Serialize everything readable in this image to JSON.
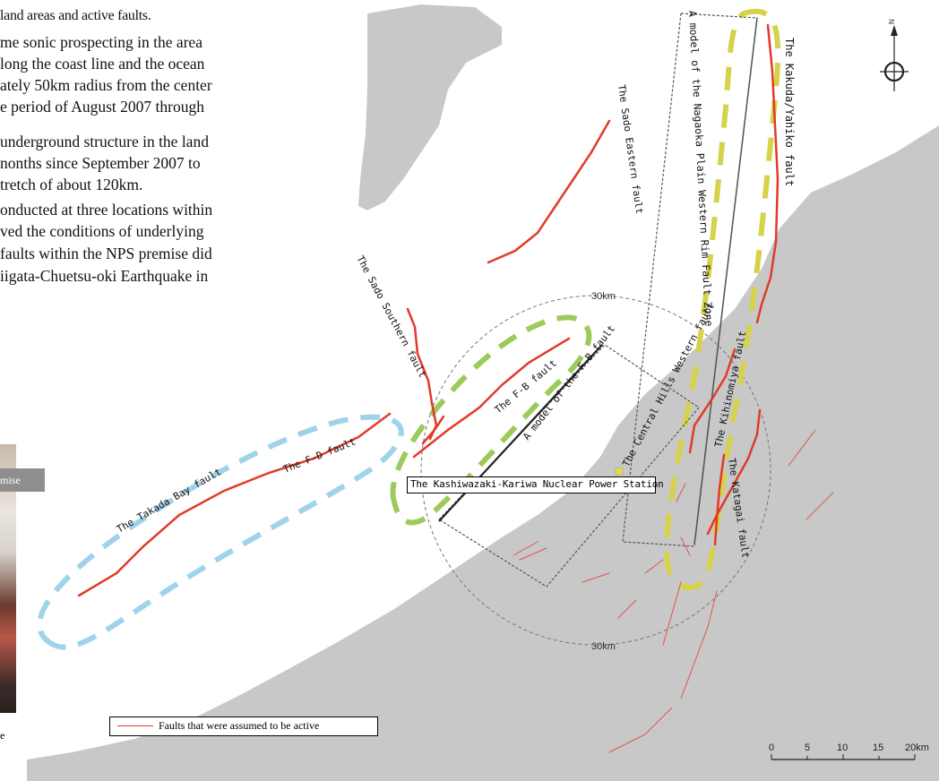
{
  "body_text": {
    "lines": [
      "land areas and active faults.",
      "me sonic prospecting in the area",
      "long the coast line and the ocean",
      "ately 50km radius from the center",
      "e period of August 2007 through",
      "underground structure in the land",
      "nonths since September 2007 to",
      "tretch of about 120km.",
      "onducted at three locations within",
      "ved the conditions of underlying",
      "faults within the NPS premise did",
      "iigata-Chuetsu-oki Earthquake in"
    ]
  },
  "photo": {
    "caption": "mise",
    "bottom_caption": "e"
  },
  "map": {
    "labels": {
      "sado_eastern": "The Sado Eastern fault",
      "sado_southern": "The Sado Southern fault",
      "fb_fault": "The F-B fault",
      "fb_model": "A model of the F-B fault",
      "fd_fault": "The F-D fault",
      "takada_bay": "The Takada Bay fault",
      "nagaoka_model": "A model of the Nagaoka Plain Western Rim Fault Zone",
      "kakuda_yahiko": "The Kakuda/Yahiko fault",
      "central_hills": "The Central Hills Western fault",
      "kihinomiya": "The Kihinomiya fault",
      "katagai": "The Katagai fault",
      "station": "The Kashiwazaki-Kariwa Nuclear Power Station",
      "radius_top": "30km",
      "radius_bottom": "30km",
      "north": "N"
    },
    "legend": {
      "active_faults": "Faults that were assumed to be active"
    },
    "scale": {
      "ticks": [
        "0",
        "5",
        "10",
        "15",
        "20km"
      ]
    },
    "colors": {
      "land": "#c8c8c8",
      "fault": "#e23a2a",
      "blue_zone": "#9fd3ea",
      "green_zone": "#9dca5a",
      "yellow_zone": "#d6d24a"
    }
  }
}
